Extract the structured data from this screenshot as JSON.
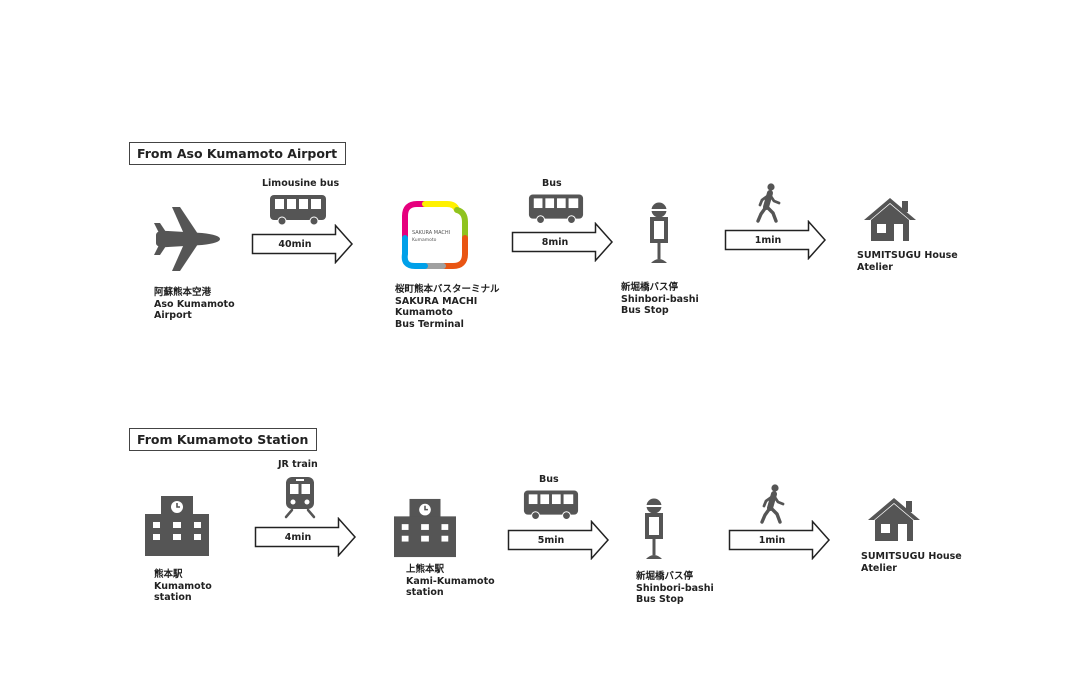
{
  "sections": [
    {
      "title": "From Aso Kumamoto Airport",
      "origin": [
        "阿蘇熊本空港",
        "Aso Kumamoto",
        "Airport"
      ],
      "leg1": {
        "mode": "Limousine bus",
        "duration": "40min"
      },
      "stop1": [
        "桜町熊本バスターミナル",
        "SAKURA MACHI",
        "Kumamoto",
        "Bus Terminal"
      ],
      "stop1_logo": {
        "line1": "SAKURA MACHI",
        "line2": "Kumamoto"
      },
      "leg2": {
        "mode": "Bus",
        "duration": "8min"
      },
      "stop2": [
        "新堀橋バス停",
        "Shinbori-bashi",
        "Bus Stop"
      ],
      "leg3": {
        "duration": "1min"
      },
      "destination": [
        "SUMITSUGU House",
        "Atelier"
      ]
    },
    {
      "title": "From Kumamoto Station",
      "origin": [
        "熊本駅",
        "Kumamoto",
        "station"
      ],
      "leg1": {
        "mode": "JR train",
        "duration": "4min"
      },
      "stop1": [
        "上熊本駅",
        "Kami-Kumamoto",
        "station"
      ],
      "leg2": {
        "mode": "Bus",
        "duration": "5min"
      },
      "stop2": [
        "新堀橋バス停",
        "Shinbori-bashi",
        "Bus Stop"
      ],
      "leg3": {
        "duration": "1min"
      },
      "destination": [
        "SUMITSUGU House",
        "Atelier"
      ]
    }
  ],
  "icons": {
    "airplane": "airplane-icon",
    "bus": "bus-icon",
    "train": "train-icon",
    "station": "station-building-icon",
    "bus_stop": "bus-stop-sign-icon",
    "walker": "walking-person-icon",
    "house": "house-icon",
    "terminal_logo": "sakura-machi-logo"
  },
  "colors": {
    "icon": "#555555",
    "text": "#222222",
    "logo": [
      "#e6007e",
      "#fff100",
      "#8fc31f",
      "#00a0e9",
      "#a0a0a0",
      "#e95513"
    ]
  }
}
